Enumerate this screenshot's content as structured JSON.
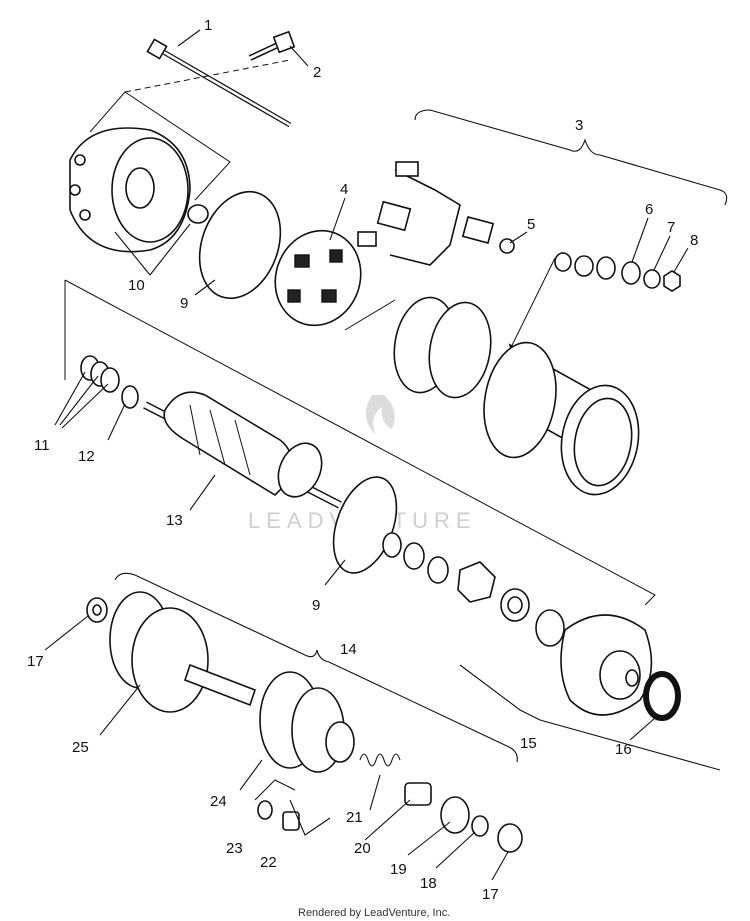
{
  "callouts": [
    "1",
    "2",
    "3",
    "4",
    "5",
    "6",
    "7",
    "8",
    "9",
    "9",
    "10",
    "11",
    "12",
    "13",
    "14",
    "15",
    "16",
    "17",
    "17",
    "18",
    "19",
    "20",
    "21",
    "22",
    "23",
    "24",
    "25"
  ],
  "watermark": "LEADVENTURE",
  "credit": "Rendered by LeadVenture, Inc."
}
